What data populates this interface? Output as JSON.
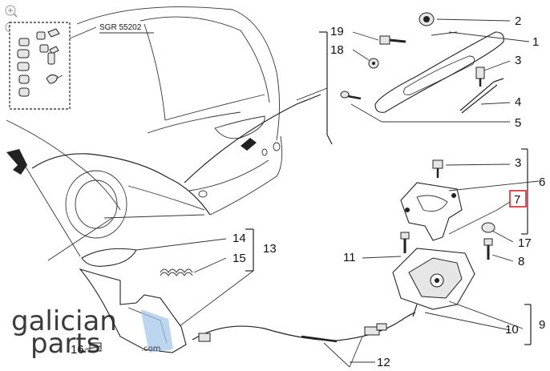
{
  "reference_box": {
    "label": "SGR 55202"
  },
  "part_numbers": {
    "p1": "1",
    "p2": "2",
    "p3a": "3",
    "p3b": "3",
    "p4": "4",
    "p5": "5",
    "p6": "6",
    "p7": "7",
    "p8": "8",
    "p9": "9",
    "p10": "10",
    "p11": "11",
    "p12": "12",
    "p13": "13",
    "p14": "14",
    "p15": "15",
    "p16": "16",
    "p17": "17",
    "p18": "18",
    "p19": "19"
  },
  "watermark": {
    "line1": "galician",
    "line2": "parts",
    "suffix": ".com"
  },
  "colors": {
    "highlight_box": "#e0202a",
    "watermark_blue": "#9fc4e8",
    "ink": "#222222"
  },
  "icons": [
    "zoom-in-icon",
    "zoom-out-icon"
  ]
}
